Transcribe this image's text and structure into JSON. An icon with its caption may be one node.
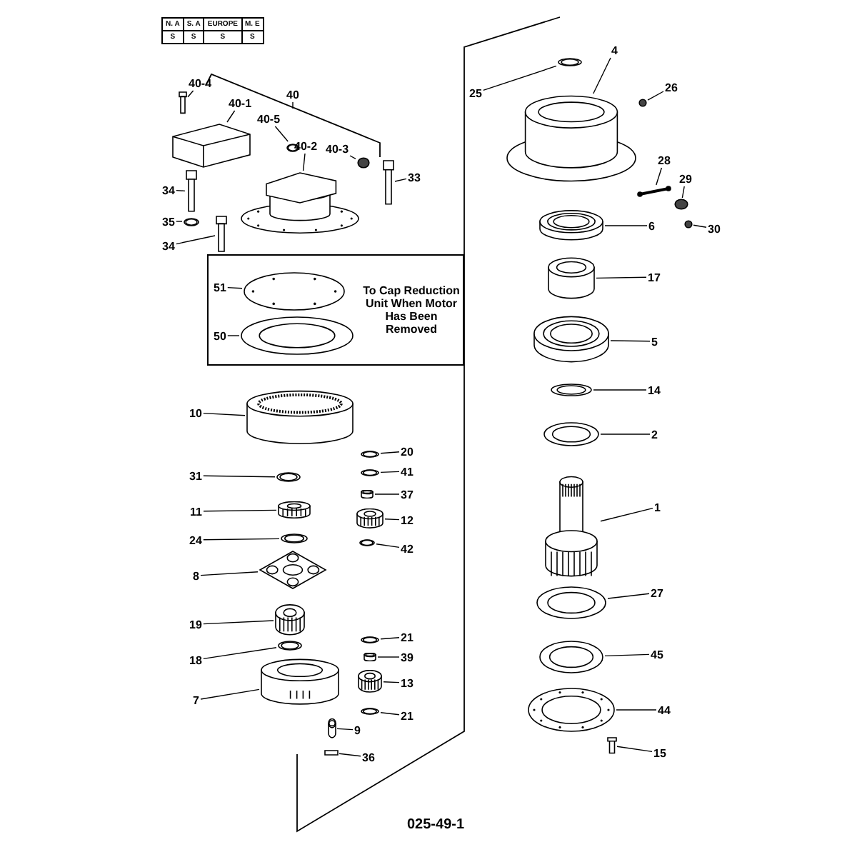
{
  "diagram": {
    "nodes": [
      {
        "text": [
          "40-4"
        ]
      },
      {
        "text": [],
        "shape": "picture"
      },
      {
        "text": [
          "40-1"
        ]
      },
      {
        "text": [],
        "shape": "picture"
      },
      {
        "text": [
          "40"
        ]
      },
      {
        "text": [
          "40-5"
        ]
      },
      {
        "text": [],
        "shape": "picture"
      },
      {
        "text": [
          "40-2"
        ]
      },
      {
        "text": [],
        "shape": "picture"
      },
      {
        "text": [
          "40-3"
        ]
      },
      {
        "text": [],
        "shape": "circle"
      },
      {
        "text": [
          "33"
        ]
      },
      {
        "text": [],
        "shape": "picture"
      },
      {
        "text": [
          "34"
        ]
      },
      {
        "text": [],
        "shape": "picture"
      },
      {
        "text": [
          "35"
        ]
      },
      {
        "text": [],
        "shape": "picture"
      },
      {
        "text": [
          "34"
        ]
      },
      {
        "text": [],
        "shape": "picture"
      },
      {
        "text": [
          "To Cap Reduction Unit When Motor Has Been Removed"
        ]
      },
      {
        "text": [
          "51"
        ],
        "in": 19
      },
      {
        "text": [],
        "shape": "picture",
        "in": 19
      },
      {
        "text": [
          "50"
        ],
        "in": 19
      },
      {
        "text": [],
        "shape": "picture",
        "in": 19
      },
      {
        "text": [
          "10"
        ]
      },
      {
        "text": [],
        "shape": "cylinder"
      },
      {
        "text": [
          "31"
        ]
      },
      {
        "text": [],
        "shape": "picture"
      },
      {
        "text": [
          "11"
        ]
      },
      {
        "text": [],
        "shape": "picture"
      },
      {
        "text": [
          "24"
        ]
      },
      {
        "text": [],
        "shape": "picture"
      },
      {
        "text": [
          "8"
        ]
      },
      {
        "text": [],
        "shape": "picture"
      },
      {
        "text": [
          "19"
        ]
      },
      {
        "text": [],
        "shape": "picture"
      },
      {
        "text": [
          "18"
        ]
      },
      {
        "text": [],
        "shape": "picture"
      },
      {
        "text": [
          "7"
        ]
      },
      {
        "text": [],
        "shape": "picture"
      },
      {
        "text": [
          "9"
        ]
      },
      {
        "text": [],
        "shape": "cylinder"
      },
      {
        "text": [
          "36"
        ]
      },
      {
        "text": [],
        "shape": "box"
      },
      {
        "text": [
          "20"
        ]
      },
      {
        "text": [],
        "shape": "picture"
      },
      {
        "text": [
          "41"
        ]
      },
      {
        "text": [],
        "shape": "picture"
      },
      {
        "text": [
          "37"
        ]
      },
      {
        "text": [],
        "shape": "cylinder"
      },
      {
        "text": [
          "12"
        ]
      },
      {
        "text": [],
        "shape": "picture"
      },
      {
        "text": [
          "42"
        ]
      },
      {
        "text": [],
        "shape": "picture"
      },
      {
        "text": [
          "21"
        ]
      },
      {
        "text": [],
        "shape": "picture"
      },
      {
        "text": [
          "39"
        ]
      },
      {
        "text": [],
        "shape": "cylinder"
      },
      {
        "text": [
          "13"
        ]
      },
      {
        "text": [],
        "shape": "picture"
      },
      {
        "text": [
          "21"
        ]
      },
      {
        "text": [],
        "shape": "picture"
      },
      {
        "text": [
          "25"
        ]
      },
      {
        "text": [],
        "shape": "picture"
      },
      {
        "text": [
          "4"
        ]
      },
      {
        "text": [],
        "shape": "cylinder"
      },
      {
        "text": [
          "26"
        ]
      },
      {
        "text": [],
        "shape": "circle"
      },
      {
        "text": [
          "28"
        ]
      },
      {
        "text": [],
        "shape": "picture"
      },
      {
        "text": [
          "29"
        ]
      },
      {
        "text": [],
        "shape": "circle"
      },
      {
        "text": [
          "30"
        ]
      },
      {
        "text": [],
        "shape": "circle"
      },
      {
        "text": [
          "6"
        ]
      },
      {
        "text": [],
        "shape": "picture"
      },
      {
        "text": [
          "17"
        ]
      },
      {
        "text": [],
        "shape": "cylinder"
      },
      {
        "text": [
          "5"
        ]
      },
      {
        "text": [],
        "shape": "picture"
      },
      {
        "text": [
          "14"
        ]
      },
      {
        "text": [],
        "shape": "picture"
      },
      {
        "text": [
          "2"
        ]
      },
      {
        "text": [],
        "shape": "picture"
      },
      {
        "text": [
          "1"
        ]
      },
      {
        "text": [],
        "shape": "picture"
      },
      {
        "text": [
          "27"
        ]
      },
      {
        "text": [],
        "shape": "picture"
      },
      {
        "text": [
          "45"
        ]
      },
      {
        "text": [],
        "shape": "picture"
      },
      {
        "text": [
          "44"
        ]
      },
      {
        "text": [],
        "shape": "picture"
      },
      {
        "text": [
          "15"
        ]
      },
      {
        "text": [],
        "shape": "picture"
      }
    ],
    "edges": [
      {
        "from": 0,
        "to": 1,
        "arrow": "none"
      },
      {
        "from": 2,
        "to": 3,
        "arrow": "none"
      },
      {
        "from": 4,
        "to": null,
        "arrow": "none"
      },
      {
        "from": 5,
        "to": 6,
        "arrow": "none"
      },
      {
        "from": 7,
        "to": 8,
        "arrow": "none"
      },
      {
        "from": 9,
        "to": 10,
        "arrow": "none"
      },
      {
        "from": 11,
        "to": 12,
        "arrow": "none"
      },
      {
        "from": 13,
        "to": 14,
        "arrow": "none"
      },
      {
        "from": 15,
        "to": 16,
        "arrow": "none"
      },
      {
        "from": 17,
        "to": 18,
        "arrow": "none"
      },
      {
        "from": 20,
        "to": 21,
        "arrow": "none"
      },
      {
        "from": 22,
        "to": 23,
        "arrow": "none"
      },
      {
        "from": 24,
        "to": 25,
        "arrow": "none"
      },
      {
        "from": 26,
        "to": 27,
        "arrow": "none"
      },
      {
        "from": 28,
        "to": 29,
        "arrow": "none"
      },
      {
        "from": 30,
        "to": 31,
        "arrow": "none"
      },
      {
        "from": 32,
        "to": 33,
        "arrow": "none"
      },
      {
        "from": 34,
        "to": 35,
        "arrow": "none"
      },
      {
        "from": 36,
        "to": 37,
        "arrow": "none"
      },
      {
        "from": 38,
        "to": 39,
        "arrow": "none"
      },
      {
        "from": 40,
        "to": 41,
        "arrow": "none"
      },
      {
        "from": 42,
        "to": 43,
        "arrow": "none"
      },
      {
        "from": 44,
        "to": 45,
        "arrow": "none"
      },
      {
        "from": 46,
        "to": 47,
        "arrow": "none"
      },
      {
        "from": 48,
        "to": 49,
        "arrow": "none"
      },
      {
        "from": 50,
        "to": 51,
        "arrow": "none"
      },
      {
        "from": 52,
        "to": 53,
        "arrow": "none"
      },
      {
        "from": 54,
        "to": 55,
        "arrow": "none"
      },
      {
        "from": 56,
        "to": 57,
        "arrow": "none"
      },
      {
        "from": 58,
        "to": 59,
        "arrow": "none"
      },
      {
        "from": 60,
        "to": 61,
        "arrow": "none"
      },
      {
        "from": 62,
        "to": 63,
        "arrow": "none"
      },
      {
        "from": 64,
        "to": 65,
        "arrow": "none"
      },
      {
        "from": 66,
        "to": 67,
        "arrow": "none"
      },
      {
        "from": 68,
        "to": 69,
        "arrow": "none"
      },
      {
        "from": 70,
        "to": 71,
        "arrow": "none"
      },
      {
        "from": 72,
        "to": 73,
        "arrow": "none"
      },
      {
        "from": 74,
        "to": 75,
        "arrow": "none"
      },
      {
        "from": 76,
        "to": 77,
        "arrow": "none"
      },
      {
        "from": 78,
        "to": 79,
        "arrow": "none"
      },
      {
        "from": 80,
        "to": 81,
        "arrow": "none"
      },
      {
        "from": 82,
        "to": 83,
        "arrow": "none"
      },
      {
        "from": 84,
        "to": 85,
        "arrow": "none"
      },
      {
        "from": 86,
        "to": 87,
        "arrow": "none"
      },
      {
        "from": 88,
        "to": 89,
        "arrow": "none"
      },
      {
        "from": 90,
        "to": 91,
        "arrow": "none"
      },
      {
        "from": 92,
        "to": 93,
        "arrow": "none"
      }
    ],
    "labels": [
      "N. A",
      "S. A",
      "EUROPE",
      "M. E",
      "S",
      "S",
      "S",
      "S",
      "025-49-1"
    ]
  }
}
